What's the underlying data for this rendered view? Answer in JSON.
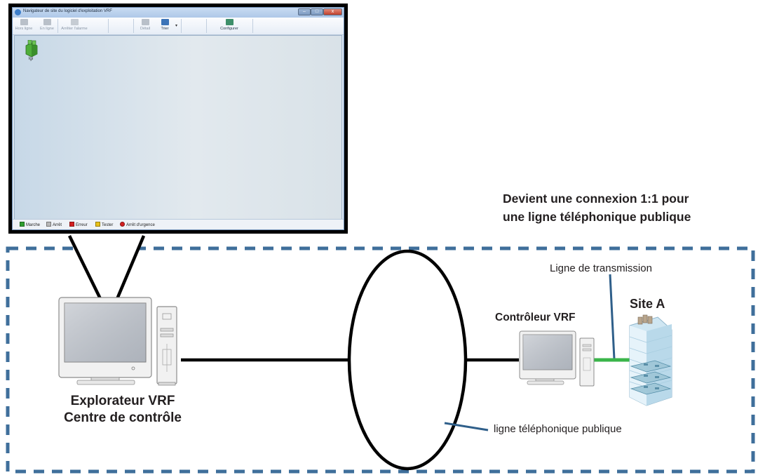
{
  "software_window": {
    "title": "Navigateur de site du logiciel d'exploitation VRF",
    "toolbar": [
      {
        "label": "Hors ligne",
        "icon": "offline-icon",
        "enabled": false
      },
      {
        "label": "En ligne",
        "icon": "online-icon",
        "enabled": false
      },
      {
        "label": "Arrêter l'alarme",
        "icon": "stop-alarm-icon",
        "enabled": false
      },
      {
        "label": "Détail",
        "icon": "detail-icon",
        "enabled": false
      },
      {
        "label": "Trier",
        "icon": "sort-icon",
        "enabled": true
      },
      {
        "label": "Configurer",
        "icon": "configure-icon",
        "enabled": true
      }
    ],
    "site_item": {
      "label": "lgi",
      "icon": "building-site-icon"
    },
    "legend": [
      {
        "label": "Marche",
        "color": "#2e9e2e"
      },
      {
        "label": "Arrêt",
        "color": "#b8b8b8"
      },
      {
        "label": "Erreur",
        "color": "#d42020"
      },
      {
        "label": "Tester",
        "color": "#e8c21a"
      },
      {
        "label": "Arrêt d'urgence",
        "color": "#d42020",
        "icon": "emergency-stop-icon"
      }
    ]
  },
  "labels": {
    "note_line1": "Devient une connexion 1:1 pour",
    "note_line2": "une ligne téléphonique publique",
    "transmission_line": "Ligne de transmission",
    "site": "Site A",
    "controller": "Contrôleur VRF",
    "explorer_line1": "Explorateur VRF",
    "explorer_line2": "Centre de contrôle",
    "public_line": "ligne téléphonique publique"
  },
  "colors": {
    "dashed_border": "#3f6f9b",
    "leader_line": "#2f5f8a",
    "transmission": "#3ab54a",
    "connection": "#000000"
  }
}
